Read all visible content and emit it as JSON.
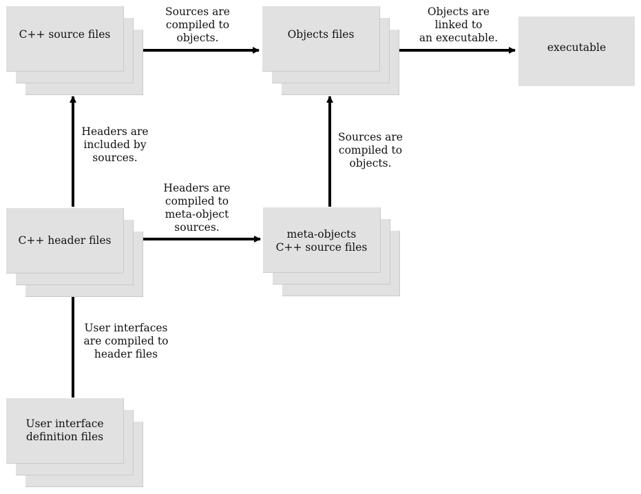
{
  "nodes": {
    "cpp_source_files": "C++ source files",
    "objects_files": "Objects files",
    "executable": "executable",
    "cpp_header_files": "C++ header files",
    "meta_objects_source_files": "meta-objects\nC++ source files",
    "ui_definition_files": "User interface\ndefinition files"
  },
  "edges": {
    "sources_to_objects": "Sources are\ncompiled to\nobjects.",
    "objects_to_executable": "Objects are\nlinked to\nan executable.",
    "headers_included": "Headers are\nincluded by\nsources.",
    "headers_to_meta": "Headers are\ncompiled to\nmeta-object\nsources.",
    "meta_to_objects": "Sources are\ncompiled to\nobjects.",
    "ui_to_headers": "User interfaces\nare compiled to\nheader files"
  }
}
